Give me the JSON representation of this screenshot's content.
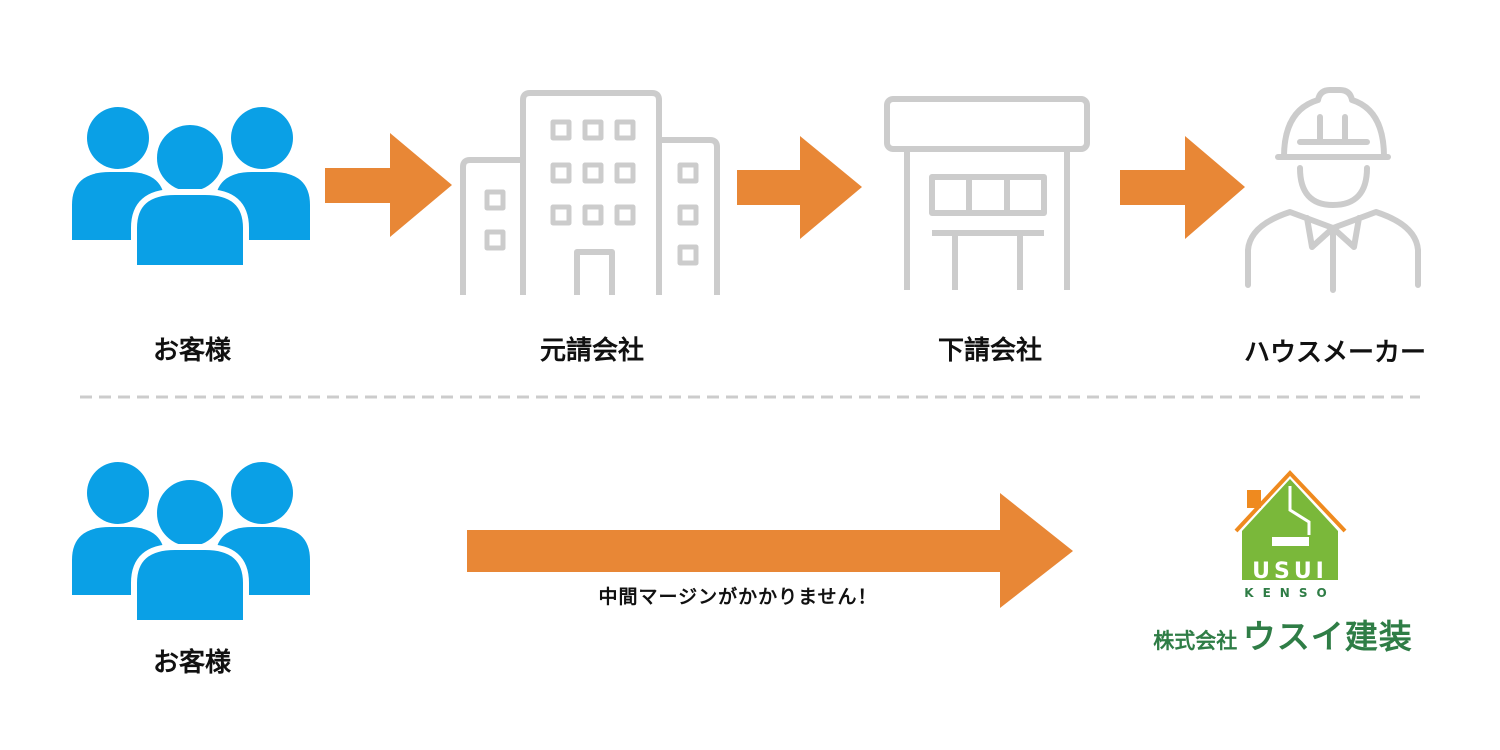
{
  "top_flow": [
    {
      "label": "お客様",
      "icon": "customers-icon"
    },
    {
      "label": "元請会社",
      "icon": "office-building-icon"
    },
    {
      "label": "下請会社",
      "icon": "shop-building-icon"
    },
    {
      "label": "ハウスメーカー",
      "icon": "construction-worker-icon"
    }
  ],
  "bottom_flow": {
    "customer_label": "お客様",
    "arrow_note": "中間マージンがかかりません！",
    "logo_text": "USUI KENSO",
    "company_prefix": "株式会社",
    "company_name": "ウスイ建装"
  },
  "colors": {
    "customer_blue": "#0aa0e6",
    "arrow_orange": "#e88736",
    "icon_gray": "#cccccc",
    "logo_green": "#7ab83a",
    "text_green": "#2f7d46"
  }
}
